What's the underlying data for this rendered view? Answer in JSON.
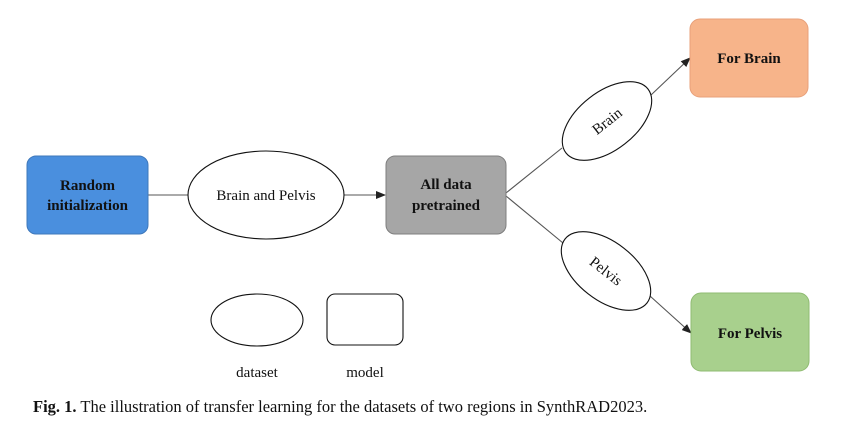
{
  "nodes": {
    "random_init": {
      "line1": "Random",
      "line2": "initialization",
      "color": "#4a8fde"
    },
    "brain_and_pelvis": {
      "label": "Brain and Pelvis"
    },
    "all_data": {
      "line1": "All data",
      "line2": "pretrained",
      "color": "#a6a6a6"
    },
    "brain_dataset": {
      "label": "Brain"
    },
    "pelvis_dataset": {
      "label": "Pelvis"
    },
    "for_brain": {
      "label": "For Brain",
      "color": "#f7b48a"
    },
    "for_pelvis": {
      "label": "For Pelvis",
      "color": "#a8d08d"
    }
  },
  "legend": {
    "dataset": "dataset",
    "model": "model"
  },
  "caption": {
    "prefix": "Fig. 1.",
    "text": " The illustration of transfer learning for the datasets of two regions in SynthRAD2023."
  }
}
